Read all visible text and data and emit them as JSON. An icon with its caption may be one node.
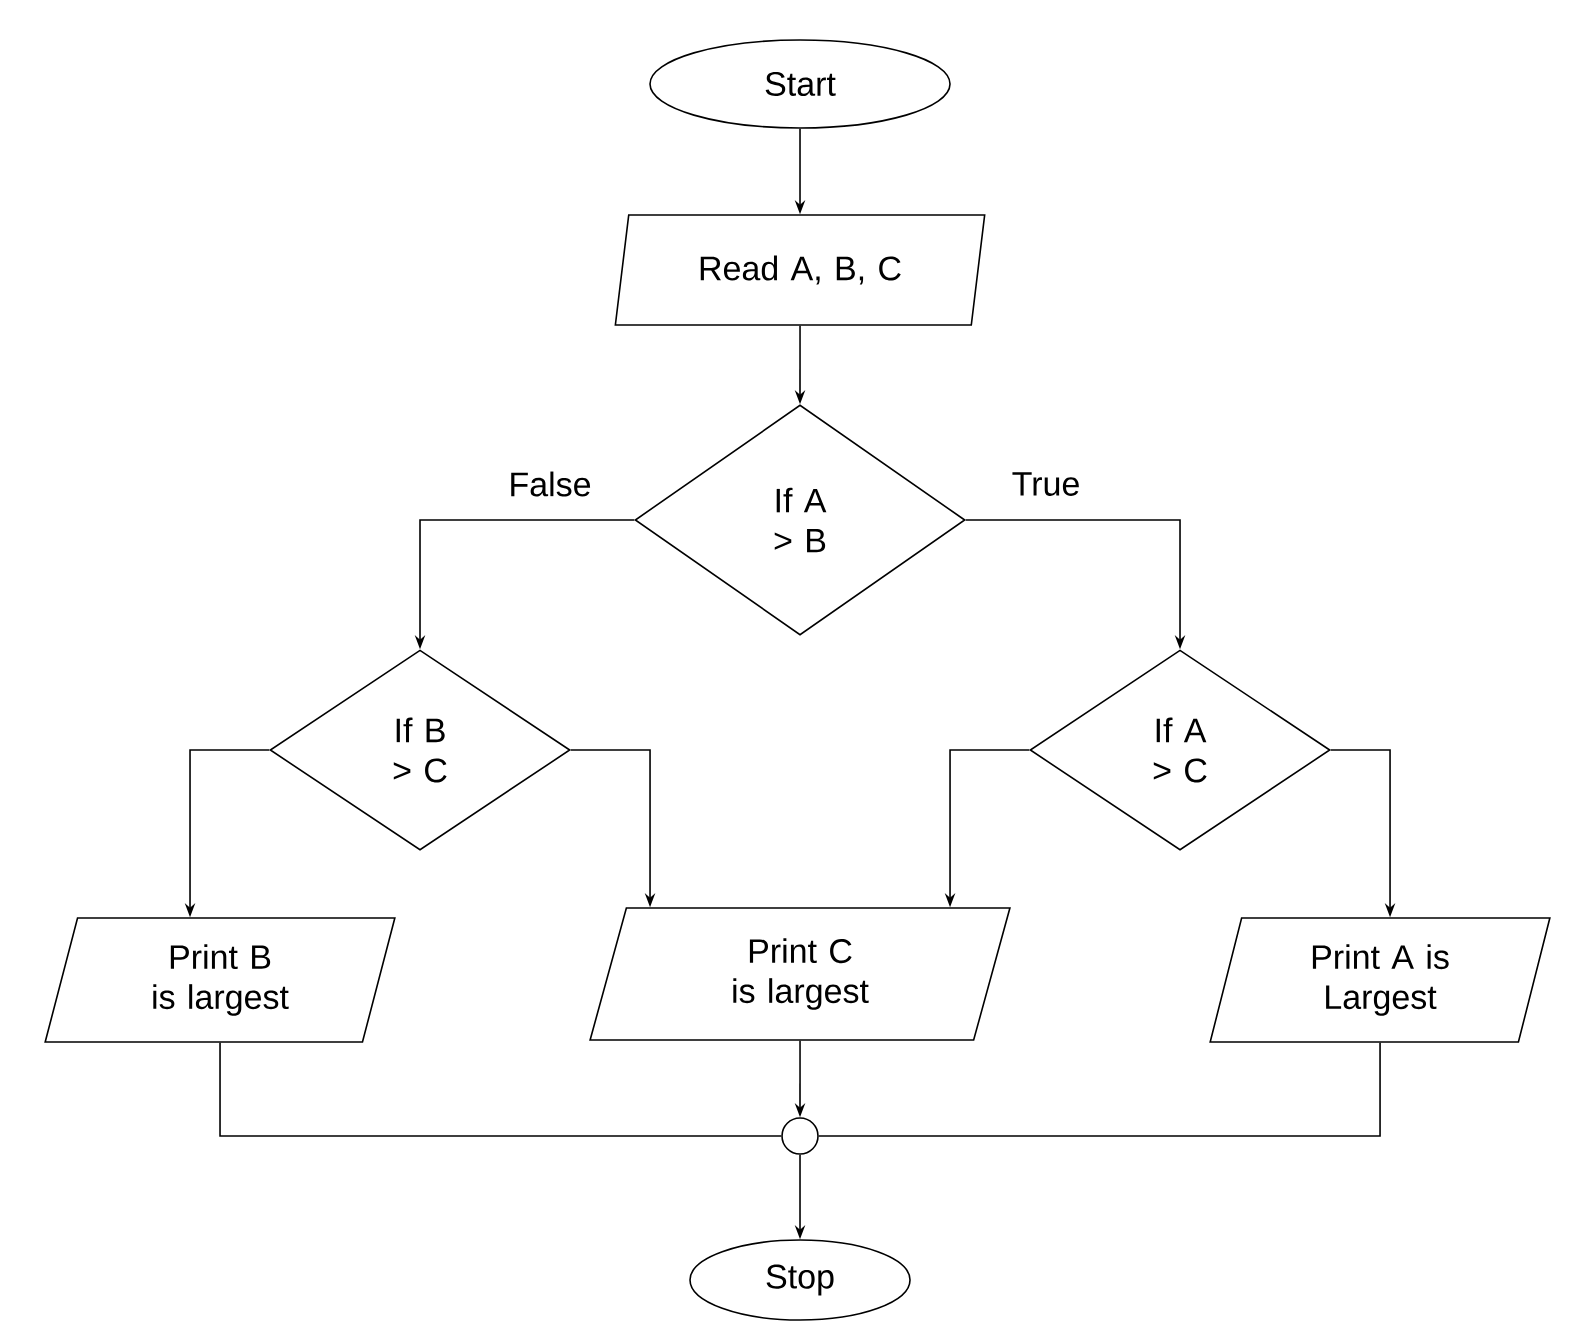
{
  "diagram": {
    "nodes": [
      {
        "text": [
          "Start"
        ]
      },
      {
        "text": [
          "Read A, B, C"
        ]
      },
      {
        "text": [
          "If A > B"
        ]
      },
      {
        "text": [
          "If B > C"
        ]
      },
      {
        "text": [
          "If A > C"
        ]
      },
      {
        "text": [
          "Print B is largest"
        ]
      },
      {
        "text": [
          "Print C is largest"
        ]
      },
      {
        "text": [
          "Print A is Largest"
        ]
      },
      {
        "text": [],
        "shape": "circle"
      },
      {
        "text": [
          "Stop"
        ]
      }
    ],
    "edges": [
      {
        "from": 0,
        "to": 1,
        "arrow": "to"
      },
      {
        "from": 1,
        "to": 2,
        "arrow": "to"
      },
      {
        "from": 2,
        "to": 3,
        "arrow": "to",
        "label": "False"
      },
      {
        "from": 2,
        "to": 4,
        "arrow": "to",
        "label": "True"
      },
      {
        "from": 3,
        "to": 5,
        "arrow": "to"
      },
      {
        "from": 3,
        "to": 6,
        "arrow": "to"
      },
      {
        "from": 4,
        "to": 6,
        "arrow": "to"
      },
      {
        "from": 4,
        "to": 7,
        "arrow": "to"
      },
      {
        "from": 5,
        "to": 8,
        "arrow": "none"
      },
      {
        "from": 6,
        "to": 8,
        "arrow": "to"
      },
      {
        "from": 7,
        "to": 8,
        "arrow": "none"
      },
      {
        "from": 8,
        "to": 9,
        "arrow": "to"
      }
    ]
  }
}
